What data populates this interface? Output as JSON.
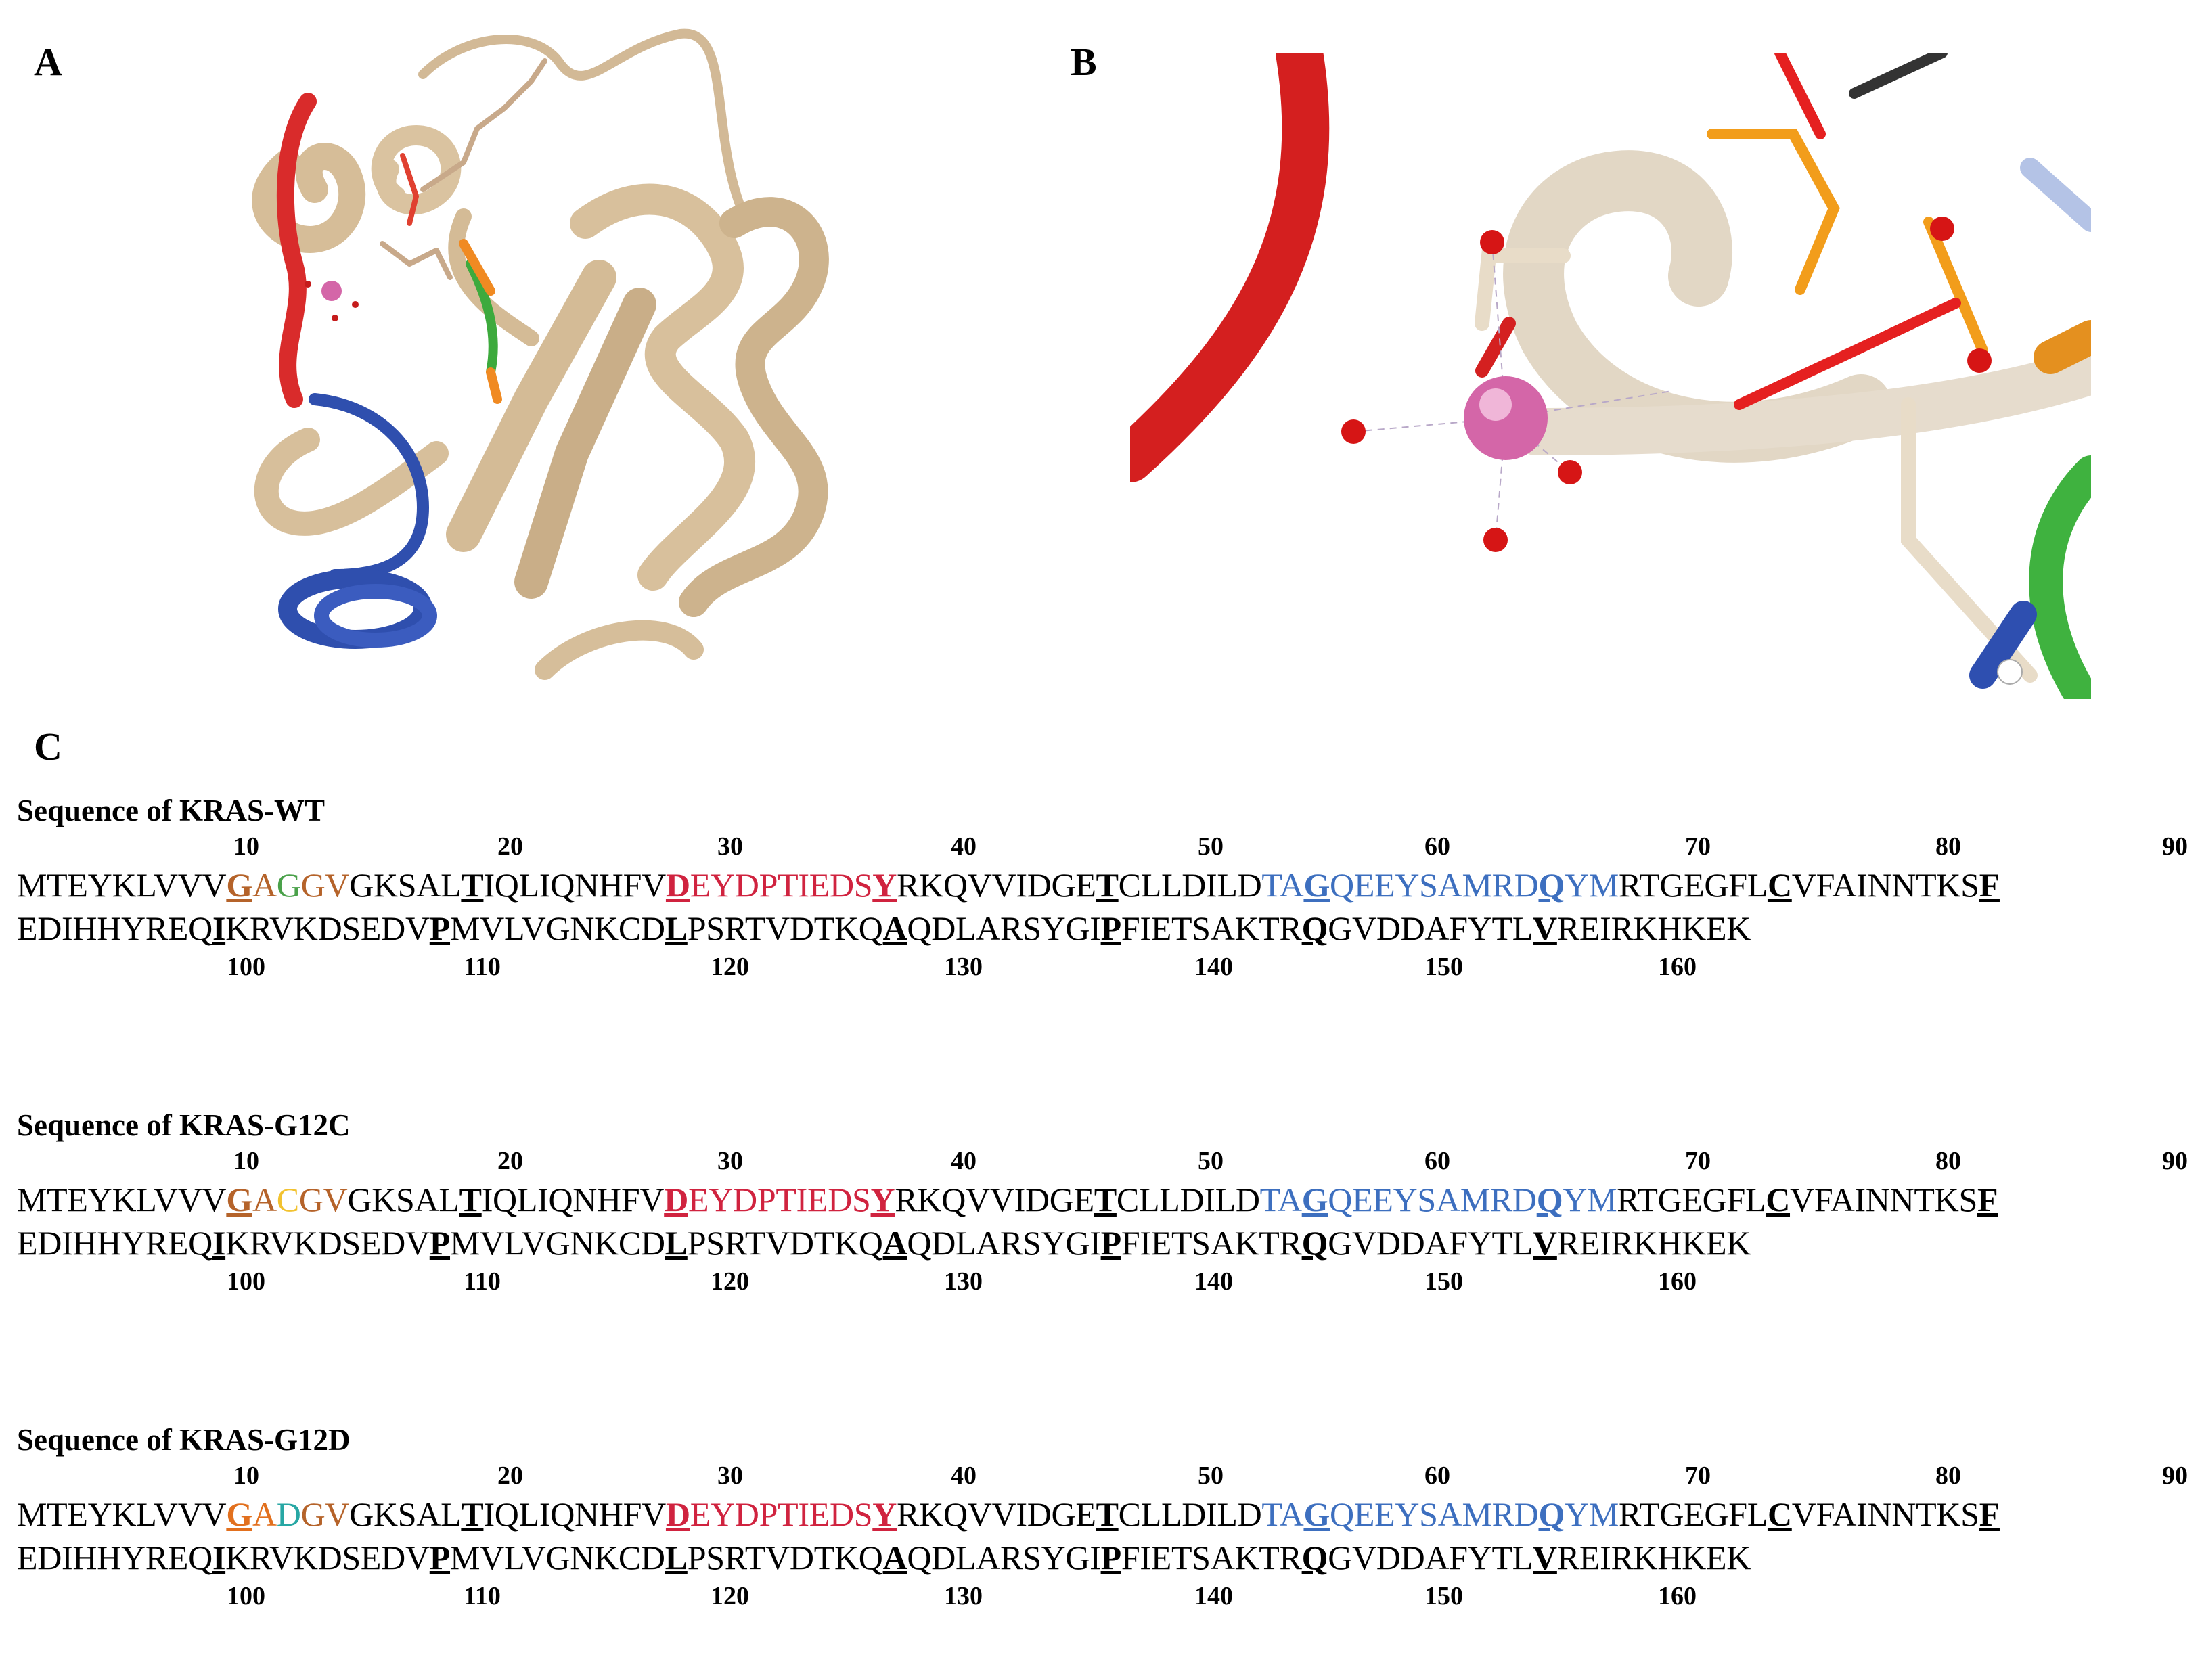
{
  "panels": {
    "a": "A",
    "b": "B",
    "c": "C"
  },
  "sequences": [
    {
      "title": "Sequence of KRAS-WT",
      "line1_numbers": [
        "10",
        "20",
        "30",
        "40",
        "50",
        "60",
        "70",
        "80",
        "90"
      ],
      "line1": [
        {
          "t": "MTEYKLVVV",
          "c": ""
        },
        {
          "t": "G",
          "c": "c-brown",
          "u": true
        },
        {
          "t": "A",
          "c": "c-brown"
        },
        {
          "t": "G",
          "c": "c-green"
        },
        {
          "t": "GV",
          "c": "c-brown"
        },
        {
          "t": "GKSAL",
          "c": ""
        },
        {
          "t": "T",
          "c": "",
          "u": true
        },
        {
          "t": "IQLIQNHFV",
          "c": ""
        },
        {
          "t": "D",
          "c": "c-red",
          "u": true
        },
        {
          "t": "EYDPTIEDS",
          "c": "c-red"
        },
        {
          "t": "Y",
          "c": "c-red",
          "u": true
        },
        {
          "t": "RKQVVIDGE",
          "c": ""
        },
        {
          "t": "T",
          "c": "",
          "u": true
        },
        {
          "t": "CLLDILD",
          "c": ""
        },
        {
          "t": "TA",
          "c": "c-blue"
        },
        {
          "t": "G",
          "c": "c-blue",
          "u": true
        },
        {
          "t": "QEEYSAMRD",
          "c": "c-blue"
        },
        {
          "t": "Q",
          "c": "c-blue",
          "u": true
        },
        {
          "t": "YM",
          "c": "c-blue"
        },
        {
          "t": "RTGEGFL",
          "c": ""
        },
        {
          "t": "C",
          "c": "",
          "u": true
        },
        {
          "t": "VFAINNTKS",
          "c": ""
        },
        {
          "t": "F",
          "c": "",
          "u": true
        }
      ],
      "line2": [
        {
          "t": "EDIHHYREQ",
          "c": ""
        },
        {
          "t": "I",
          "c": "",
          "u": true
        },
        {
          "t": "KRVKDSEDV",
          "c": ""
        },
        {
          "t": "P",
          "c": "",
          "u": true
        },
        {
          "t": "MVLVGNKCD",
          "c": ""
        },
        {
          "t": "L",
          "c": "",
          "u": true
        },
        {
          "t": "PSRTVDTKQ",
          "c": ""
        },
        {
          "t": "A",
          "c": "",
          "u": true
        },
        {
          "t": "QDLARSYGI",
          "c": ""
        },
        {
          "t": "P",
          "c": "",
          "u": true
        },
        {
          "t": "FIETSAKTR",
          "c": ""
        },
        {
          "t": "Q",
          "c": "",
          "u": true
        },
        {
          "t": "GVDDAFYTL",
          "c": ""
        },
        {
          "t": "V",
          "c": "",
          "u": true
        },
        {
          "t": "REIRKHKEK",
          "c": ""
        }
      ],
      "line2_numbers": [
        "100",
        "110",
        "120",
        "130",
        "140",
        "150",
        "160"
      ]
    },
    {
      "title": "Sequence of KRAS-G12C",
      "line1_numbers": [
        "10",
        "20",
        "30",
        "40",
        "50",
        "60",
        "70",
        "80",
        "90"
      ],
      "line1": [
        {
          "t": "MTEYKLVVV",
          "c": ""
        },
        {
          "t": "G",
          "c": "c-brown",
          "u": true
        },
        {
          "t": "A",
          "c": "c-brown"
        },
        {
          "t": "C",
          "c": "c-yellow"
        },
        {
          "t": "GV",
          "c": "c-brown"
        },
        {
          "t": "GKSAL",
          "c": ""
        },
        {
          "t": "T",
          "c": "",
          "u": true
        },
        {
          "t": "IQLIQNHFV",
          "c": ""
        },
        {
          "t": "D",
          "c": "c-red",
          "u": true
        },
        {
          "t": "EYDPTIEDS",
          "c": "c-red"
        },
        {
          "t": "Y",
          "c": "c-red",
          "u": true
        },
        {
          "t": "RKQVVIDGE",
          "c": ""
        },
        {
          "t": "T",
          "c": "",
          "u": true
        },
        {
          "t": "CLLDILD",
          "c": ""
        },
        {
          "t": "TA",
          "c": "c-blue"
        },
        {
          "t": "G",
          "c": "c-blue",
          "u": true
        },
        {
          "t": "QEEYSAMRD",
          "c": "c-blue"
        },
        {
          "t": "Q",
          "c": "c-blue",
          "u": true
        },
        {
          "t": "YM",
          "c": "c-blue"
        },
        {
          "t": "RTGEGFL",
          "c": ""
        },
        {
          "t": "C",
          "c": "",
          "u": true
        },
        {
          "t": "VFAINNTKS",
          "c": ""
        },
        {
          "t": "F",
          "c": "",
          "u": true
        }
      ],
      "line2": [
        {
          "t": "EDIHHYREQ",
          "c": ""
        },
        {
          "t": "I",
          "c": "",
          "u": true
        },
        {
          "t": "KRVKDSEDV",
          "c": ""
        },
        {
          "t": "P",
          "c": "",
          "u": true
        },
        {
          "t": "MVLVGNKCD",
          "c": ""
        },
        {
          "t": "L",
          "c": "",
          "u": true
        },
        {
          "t": "PSRTVDTKQ",
          "c": ""
        },
        {
          "t": "A",
          "c": "",
          "u": true
        },
        {
          "t": "QDLARSYGI",
          "c": ""
        },
        {
          "t": "P",
          "c": "",
          "u": true
        },
        {
          "t": "FIETSAKTR",
          "c": ""
        },
        {
          "t": "Q",
          "c": "",
          "u": true
        },
        {
          "t": "GVDDAFYTL",
          "c": ""
        },
        {
          "t": "V",
          "c": "",
          "u": true
        },
        {
          "t": "REIRKHKEK",
          "c": ""
        }
      ],
      "line2_numbers": [
        "100",
        "110",
        "120",
        "130",
        "140",
        "150",
        "160"
      ]
    },
    {
      "title": "Sequence of KRAS-G12D",
      "line1_numbers": [
        "10",
        "20",
        "30",
        "40",
        "50",
        "60",
        "70",
        "80",
        "90"
      ],
      "line1": [
        {
          "t": "MTEYKLVVV",
          "c": ""
        },
        {
          "t": "G",
          "c": "c-orange",
          "u": true
        },
        {
          "t": "A",
          "c": "c-orange"
        },
        {
          "t": "D",
          "c": "c-teal"
        },
        {
          "t": "GV",
          "c": "c-brown"
        },
        {
          "t": "GKSAL",
          "c": ""
        },
        {
          "t": "T",
          "c": "",
          "u": true
        },
        {
          "t": "IQLIQNHFV",
          "c": ""
        },
        {
          "t": "D",
          "c": "c-red",
          "u": true
        },
        {
          "t": "EYDPTIEDS",
          "c": "c-red"
        },
        {
          "t": "Y",
          "c": "c-red",
          "u": true
        },
        {
          "t": "RKQVVIDGE",
          "c": ""
        },
        {
          "t": "T",
          "c": "",
          "u": true
        },
        {
          "t": "CLLDILD",
          "c": ""
        },
        {
          "t": "TA",
          "c": "c-blue"
        },
        {
          "t": "G",
          "c": "c-blue",
          "u": true
        },
        {
          "t": "QEEYSAMRD",
          "c": "c-blue"
        },
        {
          "t": "Q",
          "c": "c-blue",
          "u": true
        },
        {
          "t": "YM",
          "c": "c-blue"
        },
        {
          "t": "RTGEGFL",
          "c": ""
        },
        {
          "t": "C",
          "c": "",
          "u": true
        },
        {
          "t": "VFAINNTKS",
          "c": ""
        },
        {
          "t": "F",
          "c": "",
          "u": true
        }
      ],
      "line2": [
        {
          "t": "EDIHHYREQ",
          "c": ""
        },
        {
          "t": "I",
          "c": "",
          "u": true
        },
        {
          "t": "KRVKDSEDV",
          "c": ""
        },
        {
          "t": "P",
          "c": "",
          "u": true
        },
        {
          "t": "MVLVGNKCD",
          "c": ""
        },
        {
          "t": "L",
          "c": "",
          "u": true
        },
        {
          "t": "PSRTVDTKQ",
          "c": ""
        },
        {
          "t": "A",
          "c": "",
          "u": true
        },
        {
          "t": "QDLARSYGI",
          "c": ""
        },
        {
          "t": "P",
          "c": "",
          "u": true
        },
        {
          "t": "FIETSAKTR",
          "c": ""
        },
        {
          "t": "Q",
          "c": "",
          "u": true
        },
        {
          "t": "GVDDAFYTL",
          "c": ""
        },
        {
          "t": "V",
          "c": "",
          "u": true
        },
        {
          "t": "REIRKHKEK",
          "c": ""
        }
      ],
      "line2_numbers": [
        "100",
        "110",
        "120",
        "130",
        "140",
        "150",
        "160"
      ]
    }
  ]
}
